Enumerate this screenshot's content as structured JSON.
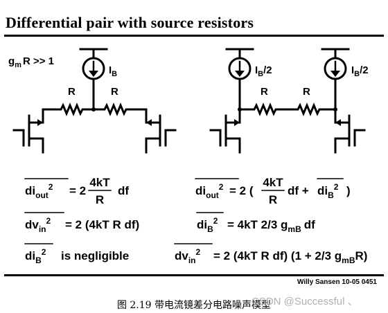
{
  "title": "Differential pair with source resistors",
  "author": "Willy Sansen  10-05  0451",
  "caption": "图 2.19  带电流镜差分电路噪声模型",
  "watermark": "CSDN @Successful 、",
  "left": {
    "condition": "g",
    "condition_sub": "m",
    "condition_rest": "R >> 1",
    "source_label": "I",
    "source_sub": "B",
    "r1": "R",
    "r2": "R",
    "eq1_lhs": "di",
    "eq1_sub": "out",
    "eq1_sup": "2",
    "eq1_eq": "= 2",
    "eq1_num": "4kT",
    "eq1_den": "R",
    "eq1_tail": "df",
    "eq2_lhs": "dv",
    "eq2_sub": "in",
    "eq2_sup": "2",
    "eq2_rhs": "=  2 (4kT R df)",
    "eq3_lhs": "di",
    "eq3_sub": "B",
    "eq3_sup": "2",
    "eq3_rhs": "is negligible"
  },
  "right": {
    "source1_label": "I",
    "source1_sub": "B",
    "source1_tail": "/2",
    "source2_label": "I",
    "source2_sub": "B",
    "source2_tail": "/2",
    "r1": "R",
    "r2": "R",
    "eq1_lhs": "di",
    "eq1_sub": "out",
    "eq1_sup": "2",
    "eq1_eq": "= 2 (",
    "eq1_num": "4kT",
    "eq1_den": "R",
    "eq1_mid": "df +",
    "eq1_term": "di",
    "eq1_term_sub": "B",
    "eq1_term_sup": "2",
    "eq1_close": ")",
    "eq2_lhs": "di",
    "eq2_sub": "B",
    "eq2_sup": "2",
    "eq2_rhs": "=  4kT 2/3 g",
    "eq2_rhs_sub": "mB",
    "eq2_rhs_tail": "df",
    "eq3_lhs": "dv",
    "eq3_sub": "in",
    "eq3_sup": "2",
    "eq3_rhs": "=  2 (4kT R df) (1 + 2/3 g",
    "eq3_rhs_sub": "mB",
    "eq3_rhs_tail": "R)"
  }
}
